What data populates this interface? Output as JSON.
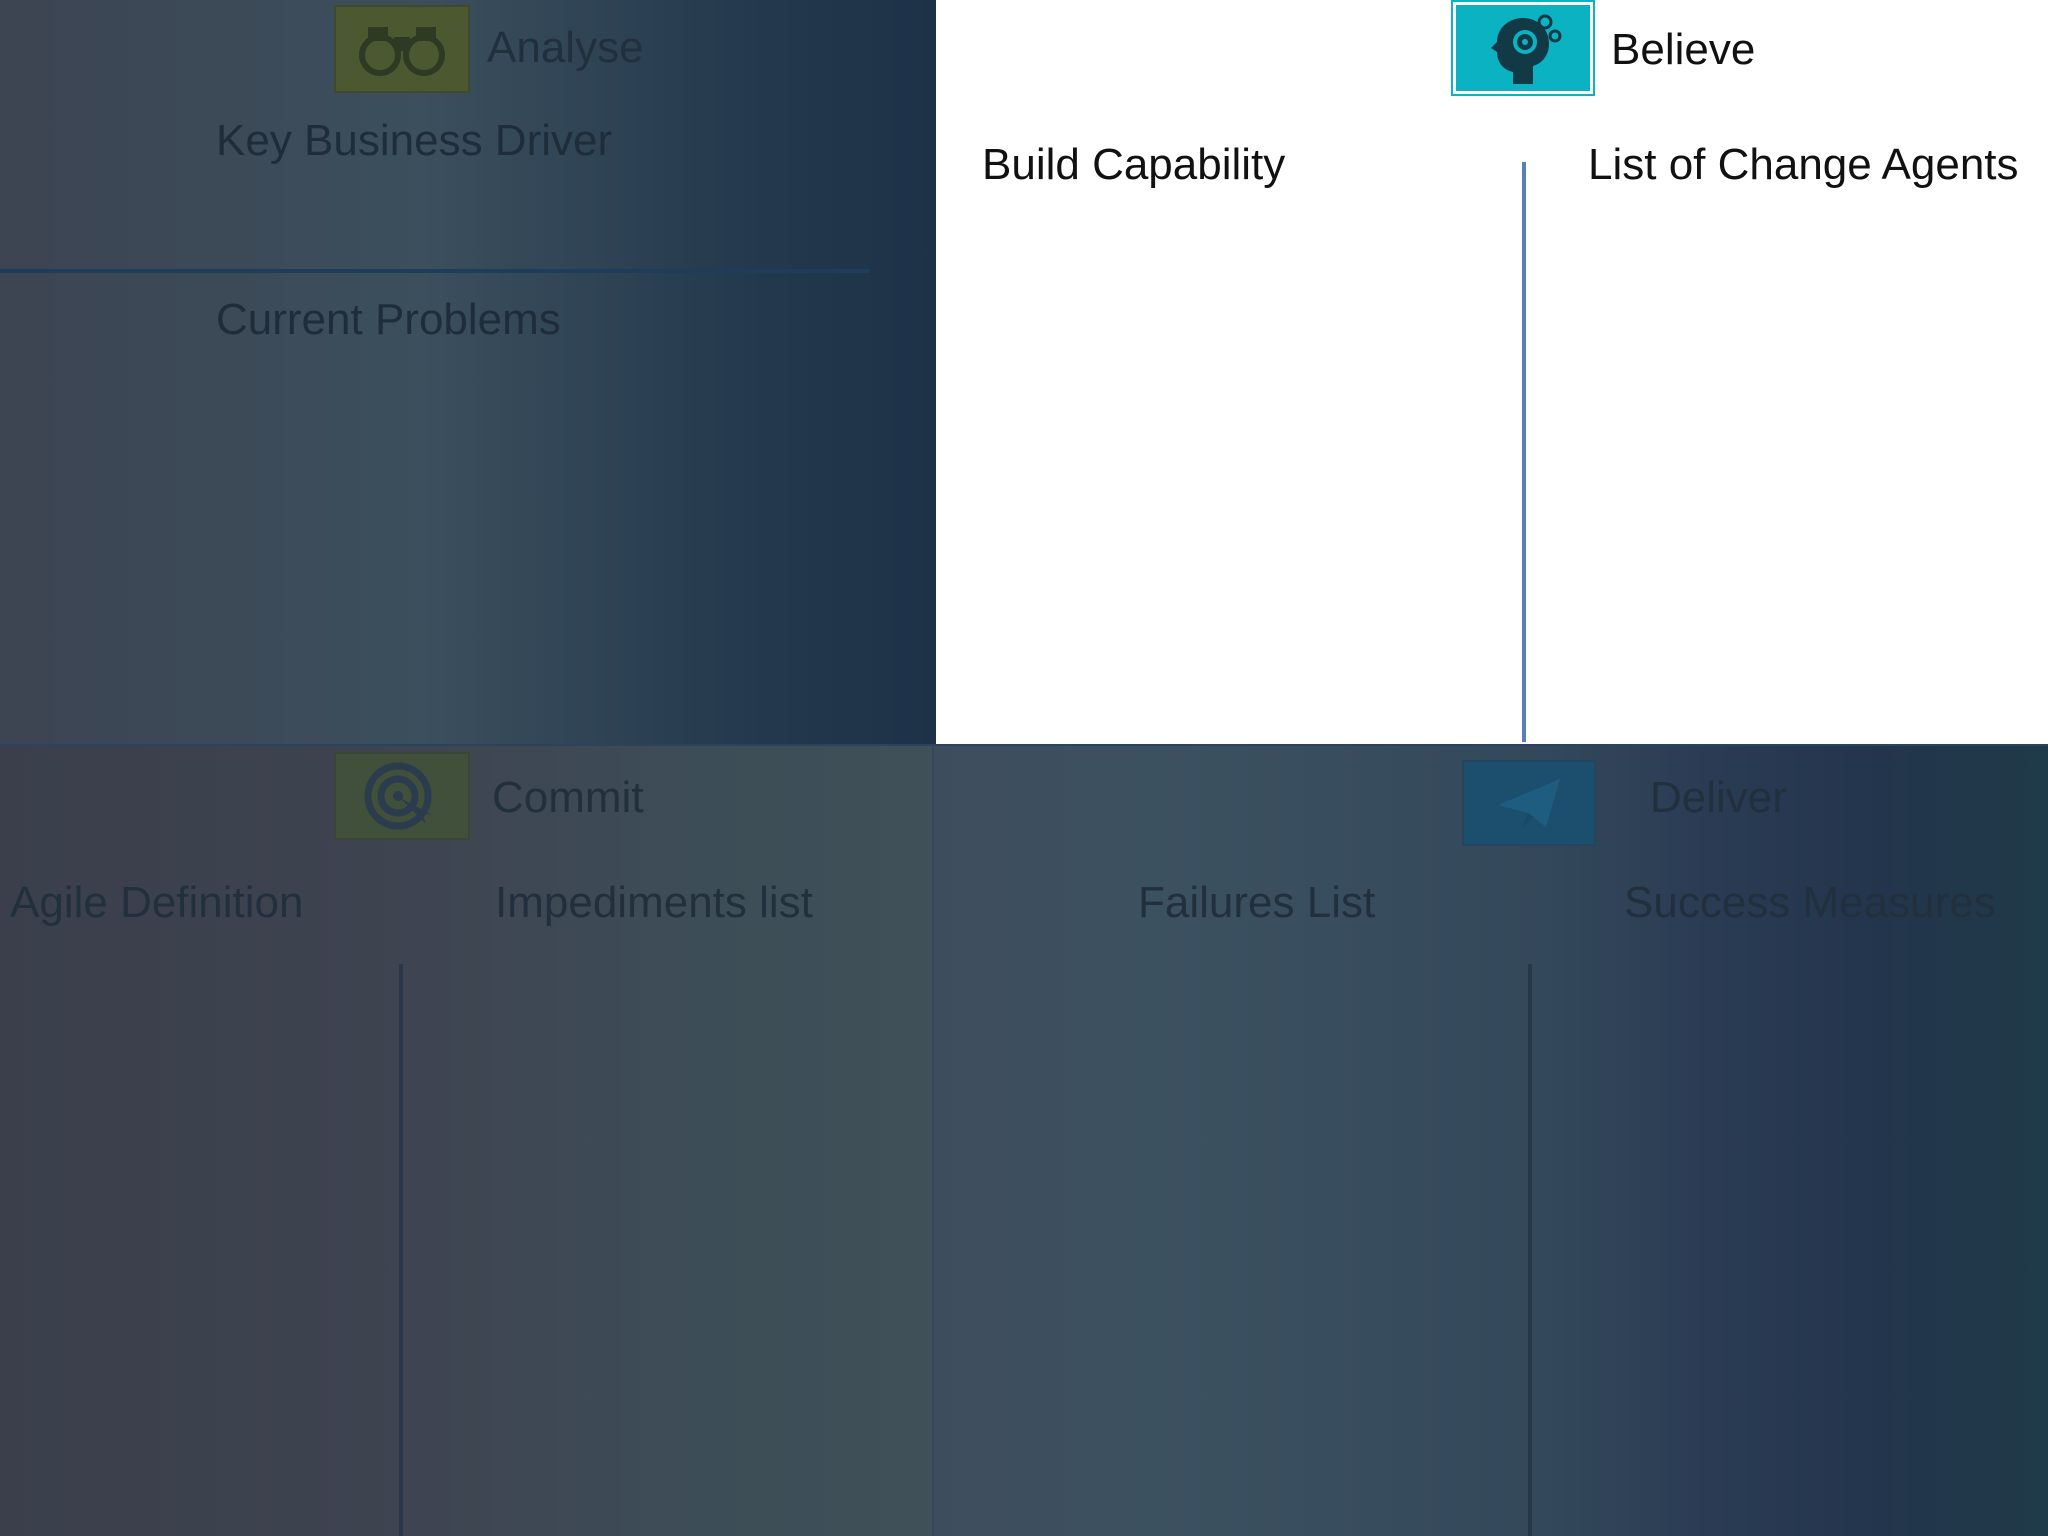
{
  "quadrants": {
    "analyse": {
      "title": "Analyse",
      "icon": "binoculars-icon",
      "sections": [
        "Key Business Driver",
        "Current Problems"
      ]
    },
    "believe": {
      "title": "Believe",
      "icon": "head-gears-icon",
      "columns": [
        "Build Capability",
        "List of Change Agents"
      ]
    },
    "commit": {
      "title": "Commit",
      "icon": "target-icon",
      "columns": [
        "Agile Definition",
        "Impediments list"
      ]
    },
    "deliver": {
      "title": "Deliver",
      "icon": "paper-plane-icon",
      "columns": [
        "Failures List",
        "Success Measures"
      ]
    }
  },
  "colors": {
    "believe_icon_bg": "#0bb3c2",
    "analyse_icon_bg": "#5c6b2e",
    "commit_icon_bg": "#4a5a3c",
    "deliver_icon_bg": "#1b5a7a",
    "divider_blue": "#5a7fb8",
    "white_panel": "#ffffff"
  }
}
